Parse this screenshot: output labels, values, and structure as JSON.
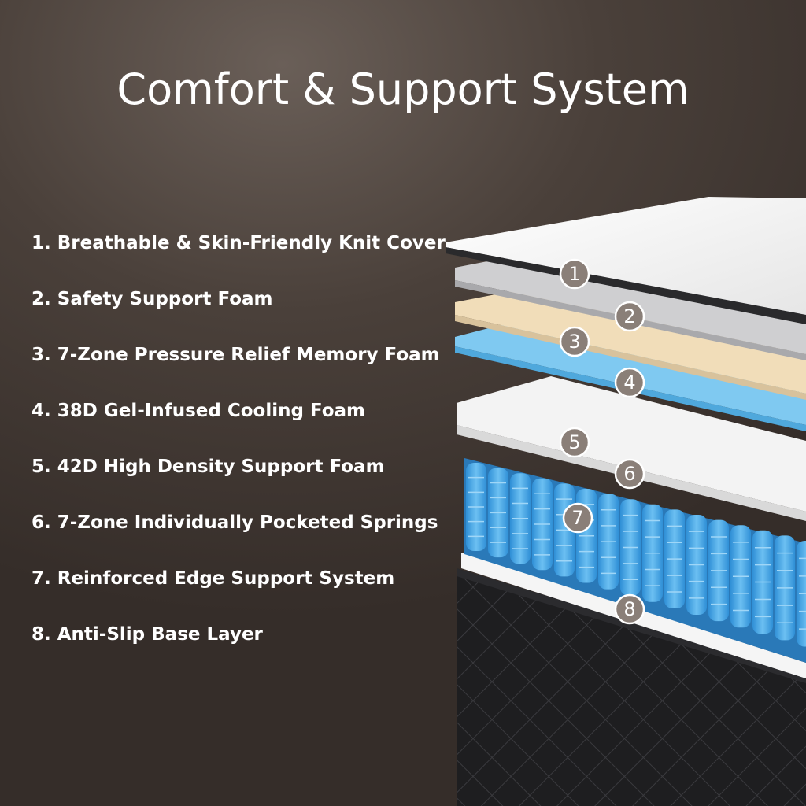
{
  "title": "Comfort & Support System",
  "layers": [
    {
      "number": "1",
      "label": "1. Breathable & Skin-Friendly Knit Cover"
    },
    {
      "number": "2",
      "label": "2. Safety Support Foam"
    },
    {
      "number": "3",
      "label": "3. 7-Zone Pressure Relief Memory Foam"
    },
    {
      "number": "4",
      "label": "4. 38D Gel-Infused Cooling Foam"
    },
    {
      "number": "5",
      "label": "5. 42D High Density Support Foam"
    },
    {
      "number": "6",
      "label": "6. 7-Zone Individually Pocketed Springs"
    },
    {
      "number": "7",
      "label": "7. Reinforced Edge Support System"
    },
    {
      "number": "8",
      "label": "8. Anti-Slip Base Layer"
    }
  ],
  "colors": {
    "cover": "#f4f4f4",
    "safety_foam": "#c9c9cb",
    "memory_foam": "#f0dcb8",
    "gel_foam": "#7cc7ef",
    "support_foam": "#f2f2f2",
    "springs": "#4aa6e4",
    "base": "#1c1c1e",
    "badge": "#8a7f78"
  }
}
